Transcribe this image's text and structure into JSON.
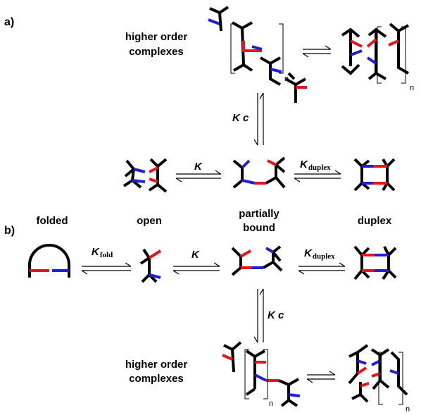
{
  "panels": {
    "a": "a)",
    "b": "b)"
  },
  "a": {
    "higher_order_line1": "higher order",
    "higher_order_line2": "complexes",
    "n_linear": "n",
    "n_cyclic": "n",
    "k_c": "K c",
    "k_open": "K",
    "k_duplex_main": "K",
    "k_duplex_sub": "duplex"
  },
  "b": {
    "state_folded": "folded",
    "state_open": "open",
    "state_partial_line1": "partially",
    "state_partial_line2": "bound",
    "state_duplex": "duplex",
    "k_fold_main": "K",
    "k_fold_sub": "fold",
    "k_open": "K",
    "k_duplex_main": "K",
    "k_duplex_sub": "duplex",
    "k_c": "K c",
    "higher_order_line1": "higher order",
    "higher_order_line2": "complexes",
    "n_linear": "n",
    "n_cyclic": "n"
  },
  "colors": {
    "red": "#e8141b",
    "blue": "#1f1fd6",
    "black": "#000000"
  }
}
